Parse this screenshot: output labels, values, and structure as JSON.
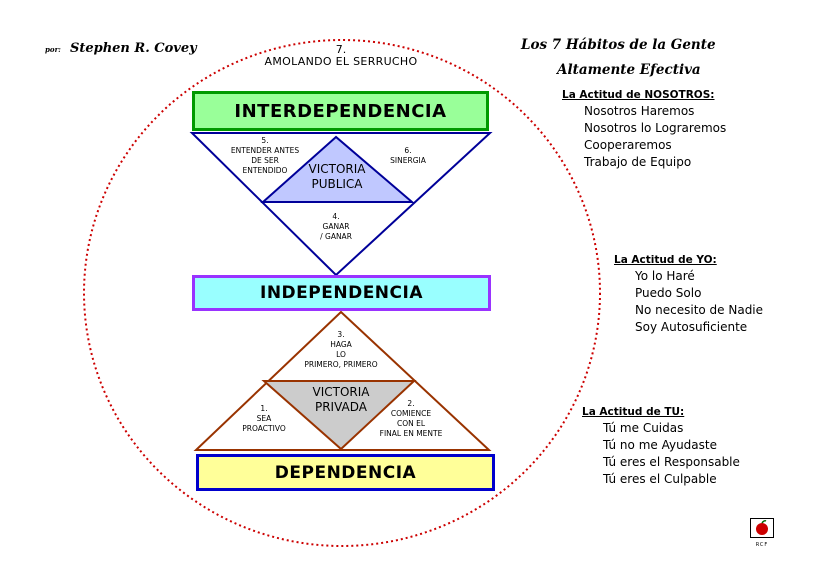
{
  "author": {
    "por": "por:",
    "name": "Stephen R. Covey"
  },
  "title": {
    "line1": "Los 7 Hábitos de la Gente",
    "line2": "Altamente Efectiva"
  },
  "habit7": {
    "number": "7.",
    "label": "AMOLANDO EL SERRUCHO"
  },
  "bands": {
    "interdependencia": "INTERDEPENDENCIA",
    "independencia": "INDEPENDENCIA",
    "dependencia": "DEPENDENCIA"
  },
  "upper": {
    "habit5": [
      "5.",
      "ENTENDER ANTES",
      "DE SER",
      "ENTENDIDO"
    ],
    "habit6": [
      "6.",
      "SINERGIA"
    ],
    "habit4": [
      "4.",
      "GANAR",
      "/ GANAR"
    ],
    "victoria": [
      "VICTORIA",
      "PUBLICA"
    ]
  },
  "lower": {
    "habit3": [
      "3.",
      "HAGA",
      "LO",
      "PRIMERO, PRIMERO"
    ],
    "habit1": [
      "1.",
      "SEA",
      "PROACTIVO"
    ],
    "habit2": [
      "2.",
      "COMIENCE",
      "CON EL",
      "FINAL EN MENTE"
    ],
    "victoria": [
      "VICTORIA",
      "PRIVADA"
    ]
  },
  "attitudes": {
    "nosotros": {
      "heading": "La Actitud de NOSOTROS:",
      "items": [
        "Nosotros Haremos",
        "Nosotros lo Lograremos",
        "Cooperaremos",
        "Trabajo de Equipo"
      ]
    },
    "yo": {
      "heading": "La Actitud de YO:",
      "items": [
        "Yo lo Haré",
        "Puedo Solo",
        "No necesito de Nadie",
        "Soy Autosuficiente"
      ]
    },
    "tu": {
      "heading": "La Actitud de TU:",
      "items": [
        "Tú me Cuidas",
        "Tú no me Ayudaste",
        "Tú eres el Responsable",
        "Tú eres el Culpable"
      ]
    }
  },
  "colors": {
    "circle": "#cc0000",
    "interdependencia_fill": "#99ff99",
    "interdependencia_border": "#009900",
    "independencia_fill": "#99ffff",
    "independencia_border": "#9933ff",
    "dependencia_fill": "#ffff99",
    "dependencia_border": "#0000cc",
    "victoria_publica_fill": "#c0c8ff",
    "victoria_privada_fill": "#cccccc",
    "upper_triangle_stroke": "#000099",
    "lower_triangle_stroke": "#993300"
  },
  "logo": {
    "caption": "RCF"
  }
}
